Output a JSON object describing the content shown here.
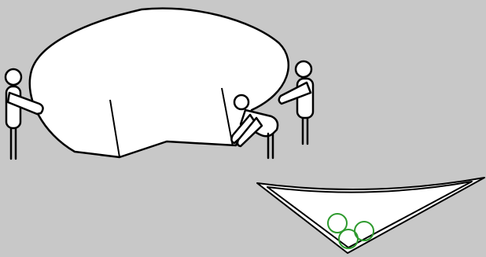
{
  "scene": {
    "background_color": "#c8c8c8",
    "outline_color": "#000000",
    "fill_color": "#ffffff",
    "ball_color": "#2e9a2e",
    "objects": {
      "canopy": "parachute-canopy",
      "people": [
        "person-holding-left",
        "person-holding-right-back",
        "person-holding-right-front"
      ],
      "basket": "triangular-net-basket",
      "balls": [
        "ball",
        "ball",
        "ball"
      ]
    }
  }
}
